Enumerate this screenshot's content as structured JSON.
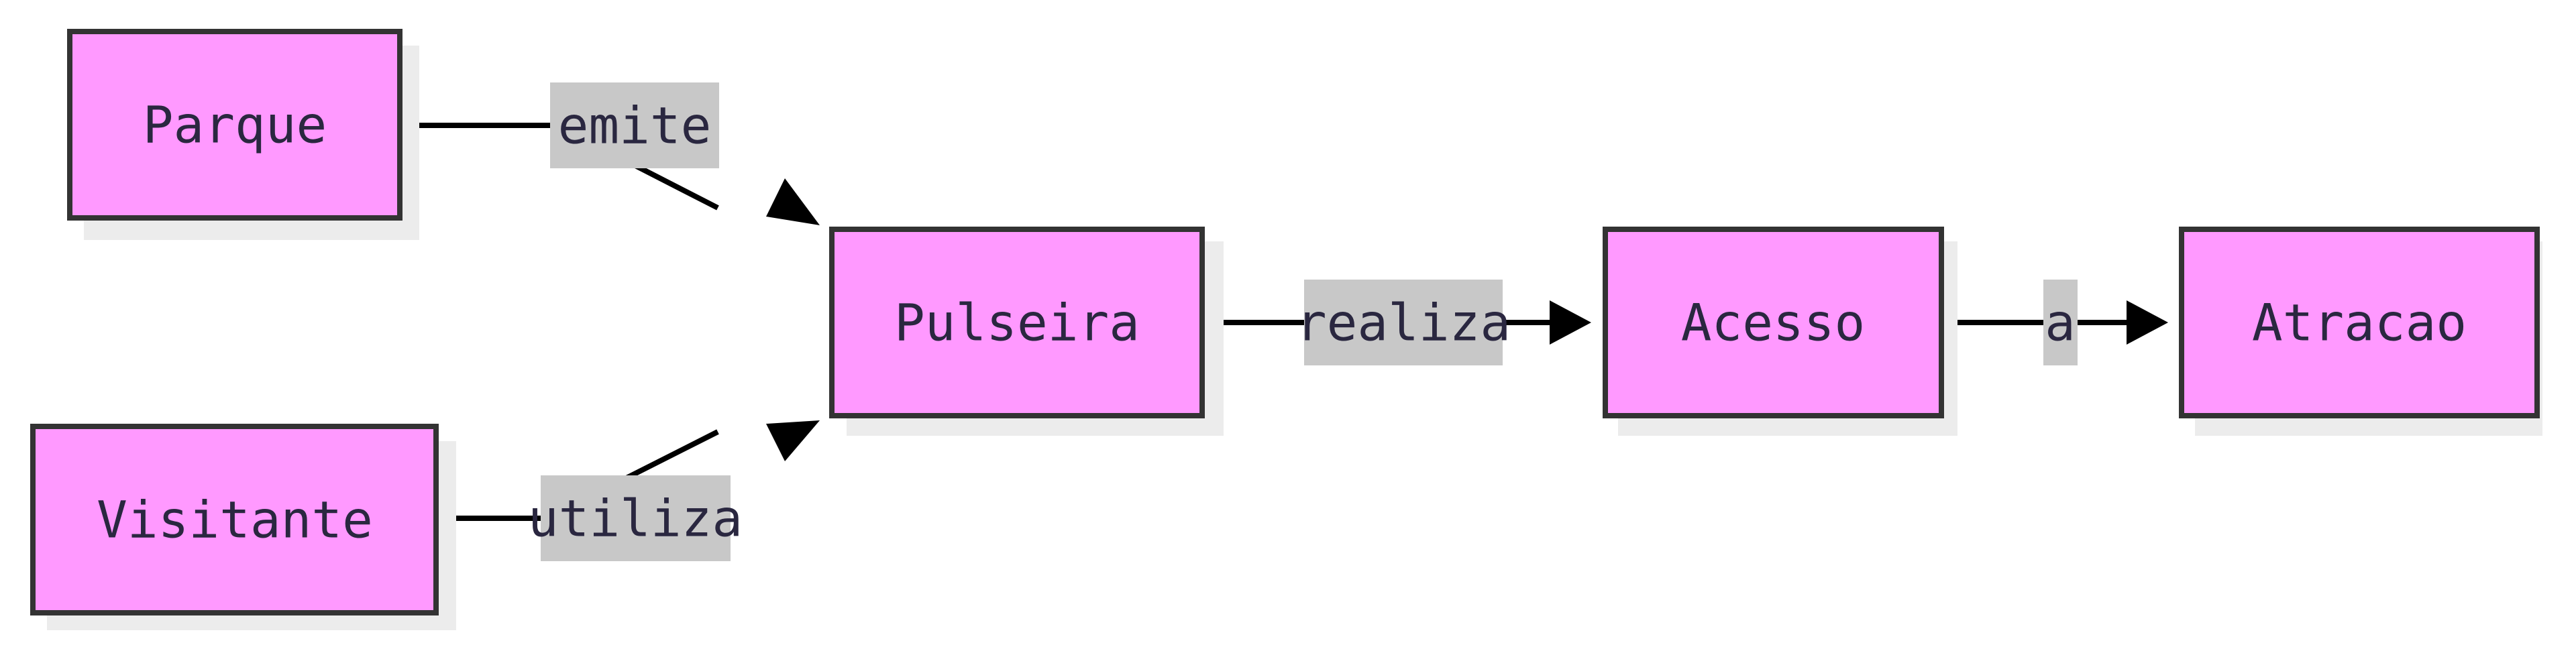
{
  "colors": {
    "node_fill": "#ff99ff",
    "node_stroke": "#333333",
    "edge": "#000000",
    "label_bg": "#c8c8c8",
    "text": "#2a2740"
  },
  "nodes": {
    "parque": "Parque",
    "visitante": "Visitante",
    "pulseira": "Pulseira",
    "acesso": "Acesso",
    "atracao": "Atracao"
  },
  "edges": {
    "parque_pulseira": "emite",
    "visitante_pulseira": "utiliza",
    "pulseira_acesso": "realiza",
    "acesso_atracao": "a"
  }
}
